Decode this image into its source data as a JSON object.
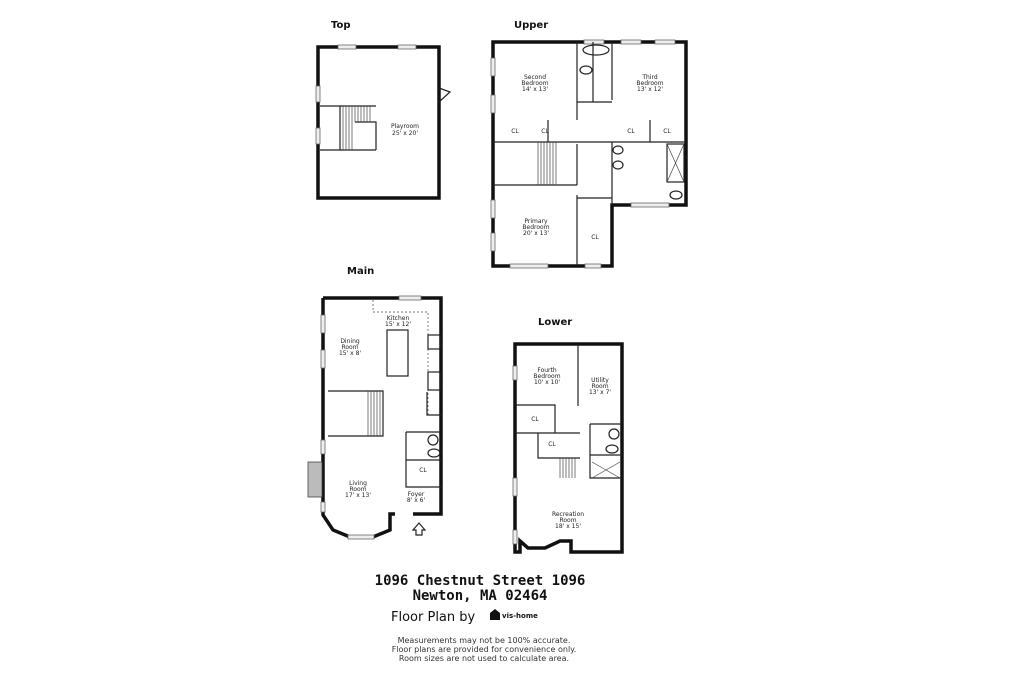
{
  "levels": {
    "top": {
      "label": "Top",
      "rooms": [
        {
          "name": "Playroom",
          "size": "25' x 20'"
        }
      ]
    },
    "upper": {
      "label": "Upper",
      "rooms": [
        {
          "name": "Second",
          "name2": "Bedroom",
          "size": "14' x 13'"
        },
        {
          "name": "Third",
          "name2": "Bedroom",
          "size": "13' x 12'"
        },
        {
          "name": "Primary",
          "name2": "Bedroom",
          "size": "20' x 13'"
        }
      ],
      "closet_label": "CL"
    },
    "main": {
      "label": "Main",
      "rooms": [
        {
          "name": "Kitchen",
          "size": "15' x 12'"
        },
        {
          "name": "Dining",
          "name2": "Room",
          "size": "15' x 8'"
        },
        {
          "name": "Living",
          "name2": "Room",
          "size": "17' x 13'"
        },
        {
          "name": "Foyer",
          "size": "8' x 6'"
        }
      ],
      "closet_label": "CL"
    },
    "lower": {
      "label": "Lower",
      "rooms": [
        {
          "name": "Fourth",
          "name2": "Bedroom",
          "size": "10' x 10'"
        },
        {
          "name": "Utility",
          "name2": "Room",
          "size": "13' x 7'"
        },
        {
          "name": "Recreation",
          "name2": "Room",
          "size": "18' x 15'"
        }
      ],
      "closet_label": "CL"
    }
  },
  "address": {
    "line1": "1096 Chestnut Street 1096",
    "line2": "Newton, MA 02464"
  },
  "credit": {
    "text": "Floor Plan by",
    "brand": "vis-home"
  },
  "disclaimer": [
    "Measurements may not be 100% accurate.",
    "Floor plans are provided for convenience only.",
    "Room sizes are not used to calculate area."
  ]
}
